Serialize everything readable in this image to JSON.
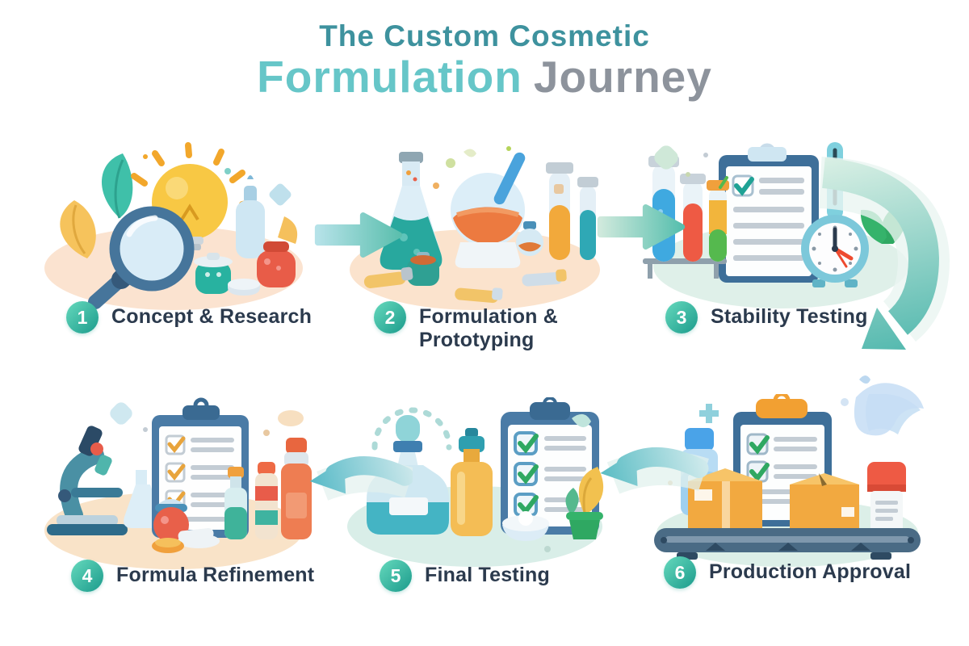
{
  "title": {
    "line1": "The Custom Cosmetic",
    "line2_accent": "Formulation",
    "line2_rest": "Journey"
  },
  "steps": [
    {
      "number": "1",
      "label": "Concept & Research",
      "illustration": "magnifier, lightbulb, leaves, cosmetic jars"
    },
    {
      "number": "2",
      "label": "Formulation & Prototyping",
      "illustration": "flask, mixing bowl with dropper, test tubes"
    },
    {
      "number": "3",
      "label": "Stability Testing",
      "illustration": "test-tube rack, checklist clipboard, thermometer, clock, leaf"
    },
    {
      "number": "4",
      "label": "Formula Refinement",
      "illustration": "microscope, checklist clipboard, bottles"
    },
    {
      "number": "5",
      "label": "Final Testing",
      "illustration": "dropper bottle, pump bottle, checklist clipboard, cream bowl, plant"
    },
    {
      "number": "6",
      "label": "Production Approval",
      "illustration": "conveyor belt with boxes, clipboard, bottles"
    }
  ],
  "flow_arrows": [
    {
      "position": "top-row between step 1 and step 2",
      "direction": "right"
    },
    {
      "position": "top-row between step 2 and step 3",
      "direction": "right"
    },
    {
      "position": "right edge after step 3 curving to bottom row",
      "direction": "down"
    },
    {
      "position": "bottom-row between step 6 and step 5",
      "direction": "left"
    },
    {
      "position": "bottom-row between step 5 and step 4",
      "direction": "left"
    }
  ],
  "colors": {
    "background": "#ffffff",
    "title_line1": "#3e929e",
    "title_accent": "#66c6c8",
    "title_gray": "#8d939c",
    "badge_gradient_start": "#5ed3b8",
    "badge_gradient_end": "#1f9e8e",
    "label_text": "#2b3a4d",
    "arrow_light": "#b5e2e8",
    "arrow_dark": "#55bcae",
    "base_peach": "#fbe3d0",
    "base_mint": "#dff0e9"
  }
}
